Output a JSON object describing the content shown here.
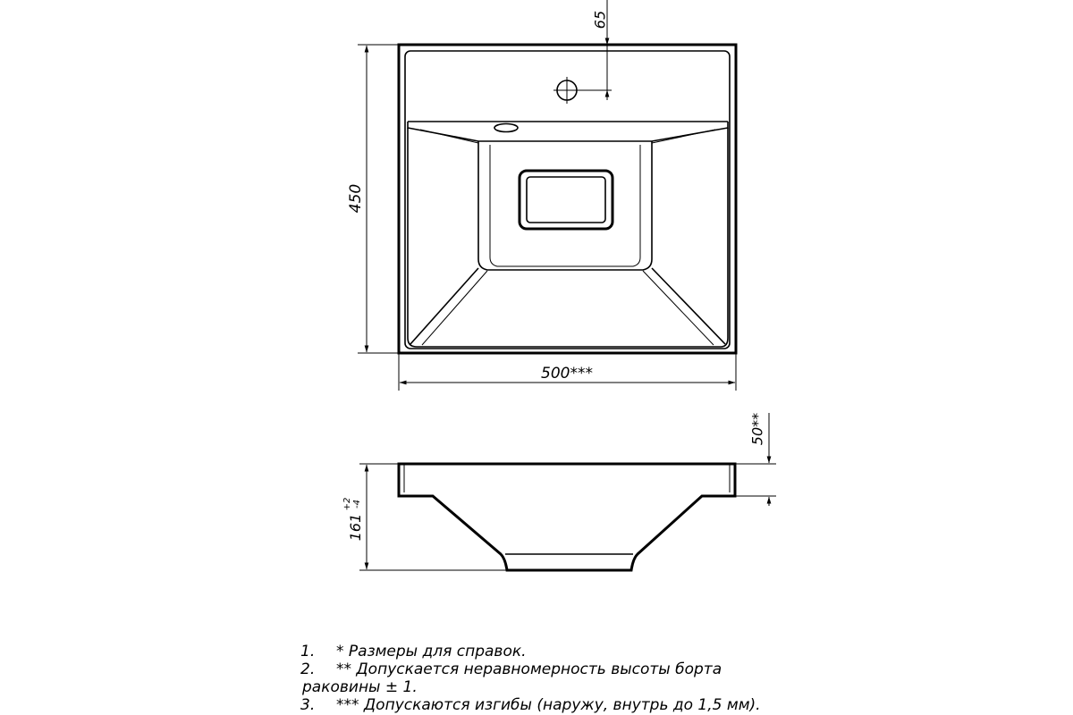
{
  "dimensions": {
    "top_width": "500***",
    "top_depth": "450",
    "faucet_offset": "65",
    "side_height_base": "161",
    "side_height_tol_upper": "+2",
    "side_height_tol_lower": "-4",
    "rim_height": "50**"
  },
  "notes": [
    {
      "num": "1.",
      "text": "*  Размеры для справок."
    },
    {
      "num": "2.",
      "text": "** Допускается неравномерность высоты борта",
      "cont": "раковины ± 1."
    },
    {
      "num": "3.",
      "text": "*** Допускаются изгибы (наружу, внутрь до 1,5 мм)."
    }
  ]
}
